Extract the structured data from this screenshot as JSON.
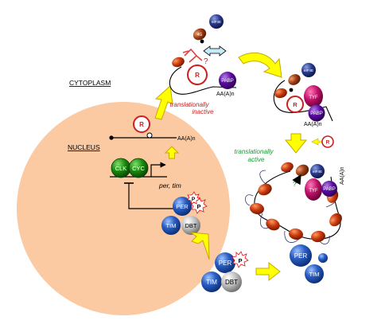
{
  "compartments": {
    "cytoplasm": "CYTOPLASM",
    "nucleus": "NUCLEUS"
  },
  "annotations": {
    "inactive_line1": "translationally",
    "inactive_line2": "inactive",
    "active_line1": "translationally",
    "active_line2": "active",
    "gene_names": "per, tim",
    "question_mark": "?"
  },
  "labels": {
    "r": "R",
    "pabp": "PABP",
    "eif4e": "eIF4E",
    "eif4g": "4G",
    "tyf": "TYF",
    "polya": "AA(A)n",
    "clk": "CLK",
    "cyc": "CYC",
    "per": "PER",
    "tim": "TIM",
    "dbt": "DBT",
    "p": "P"
  },
  "colors": {
    "nucleus_fill": "#fbc9a2",
    "arrow_yellow": "#ffff00",
    "arrow_outline": "#c8a800",
    "protein_blue": "#2a5fc4",
    "dbt_grey": "#b8b8b8",
    "clk_green": "#1a8a10",
    "pabp_purple": "#5a0aa0",
    "tyf_magenta": "#c0106a",
    "ribosome_red": "#c83a10",
    "r_red": "#cc2020",
    "inactive_text": "#cc2020",
    "active_text": "#1a9a30"
  }
}
